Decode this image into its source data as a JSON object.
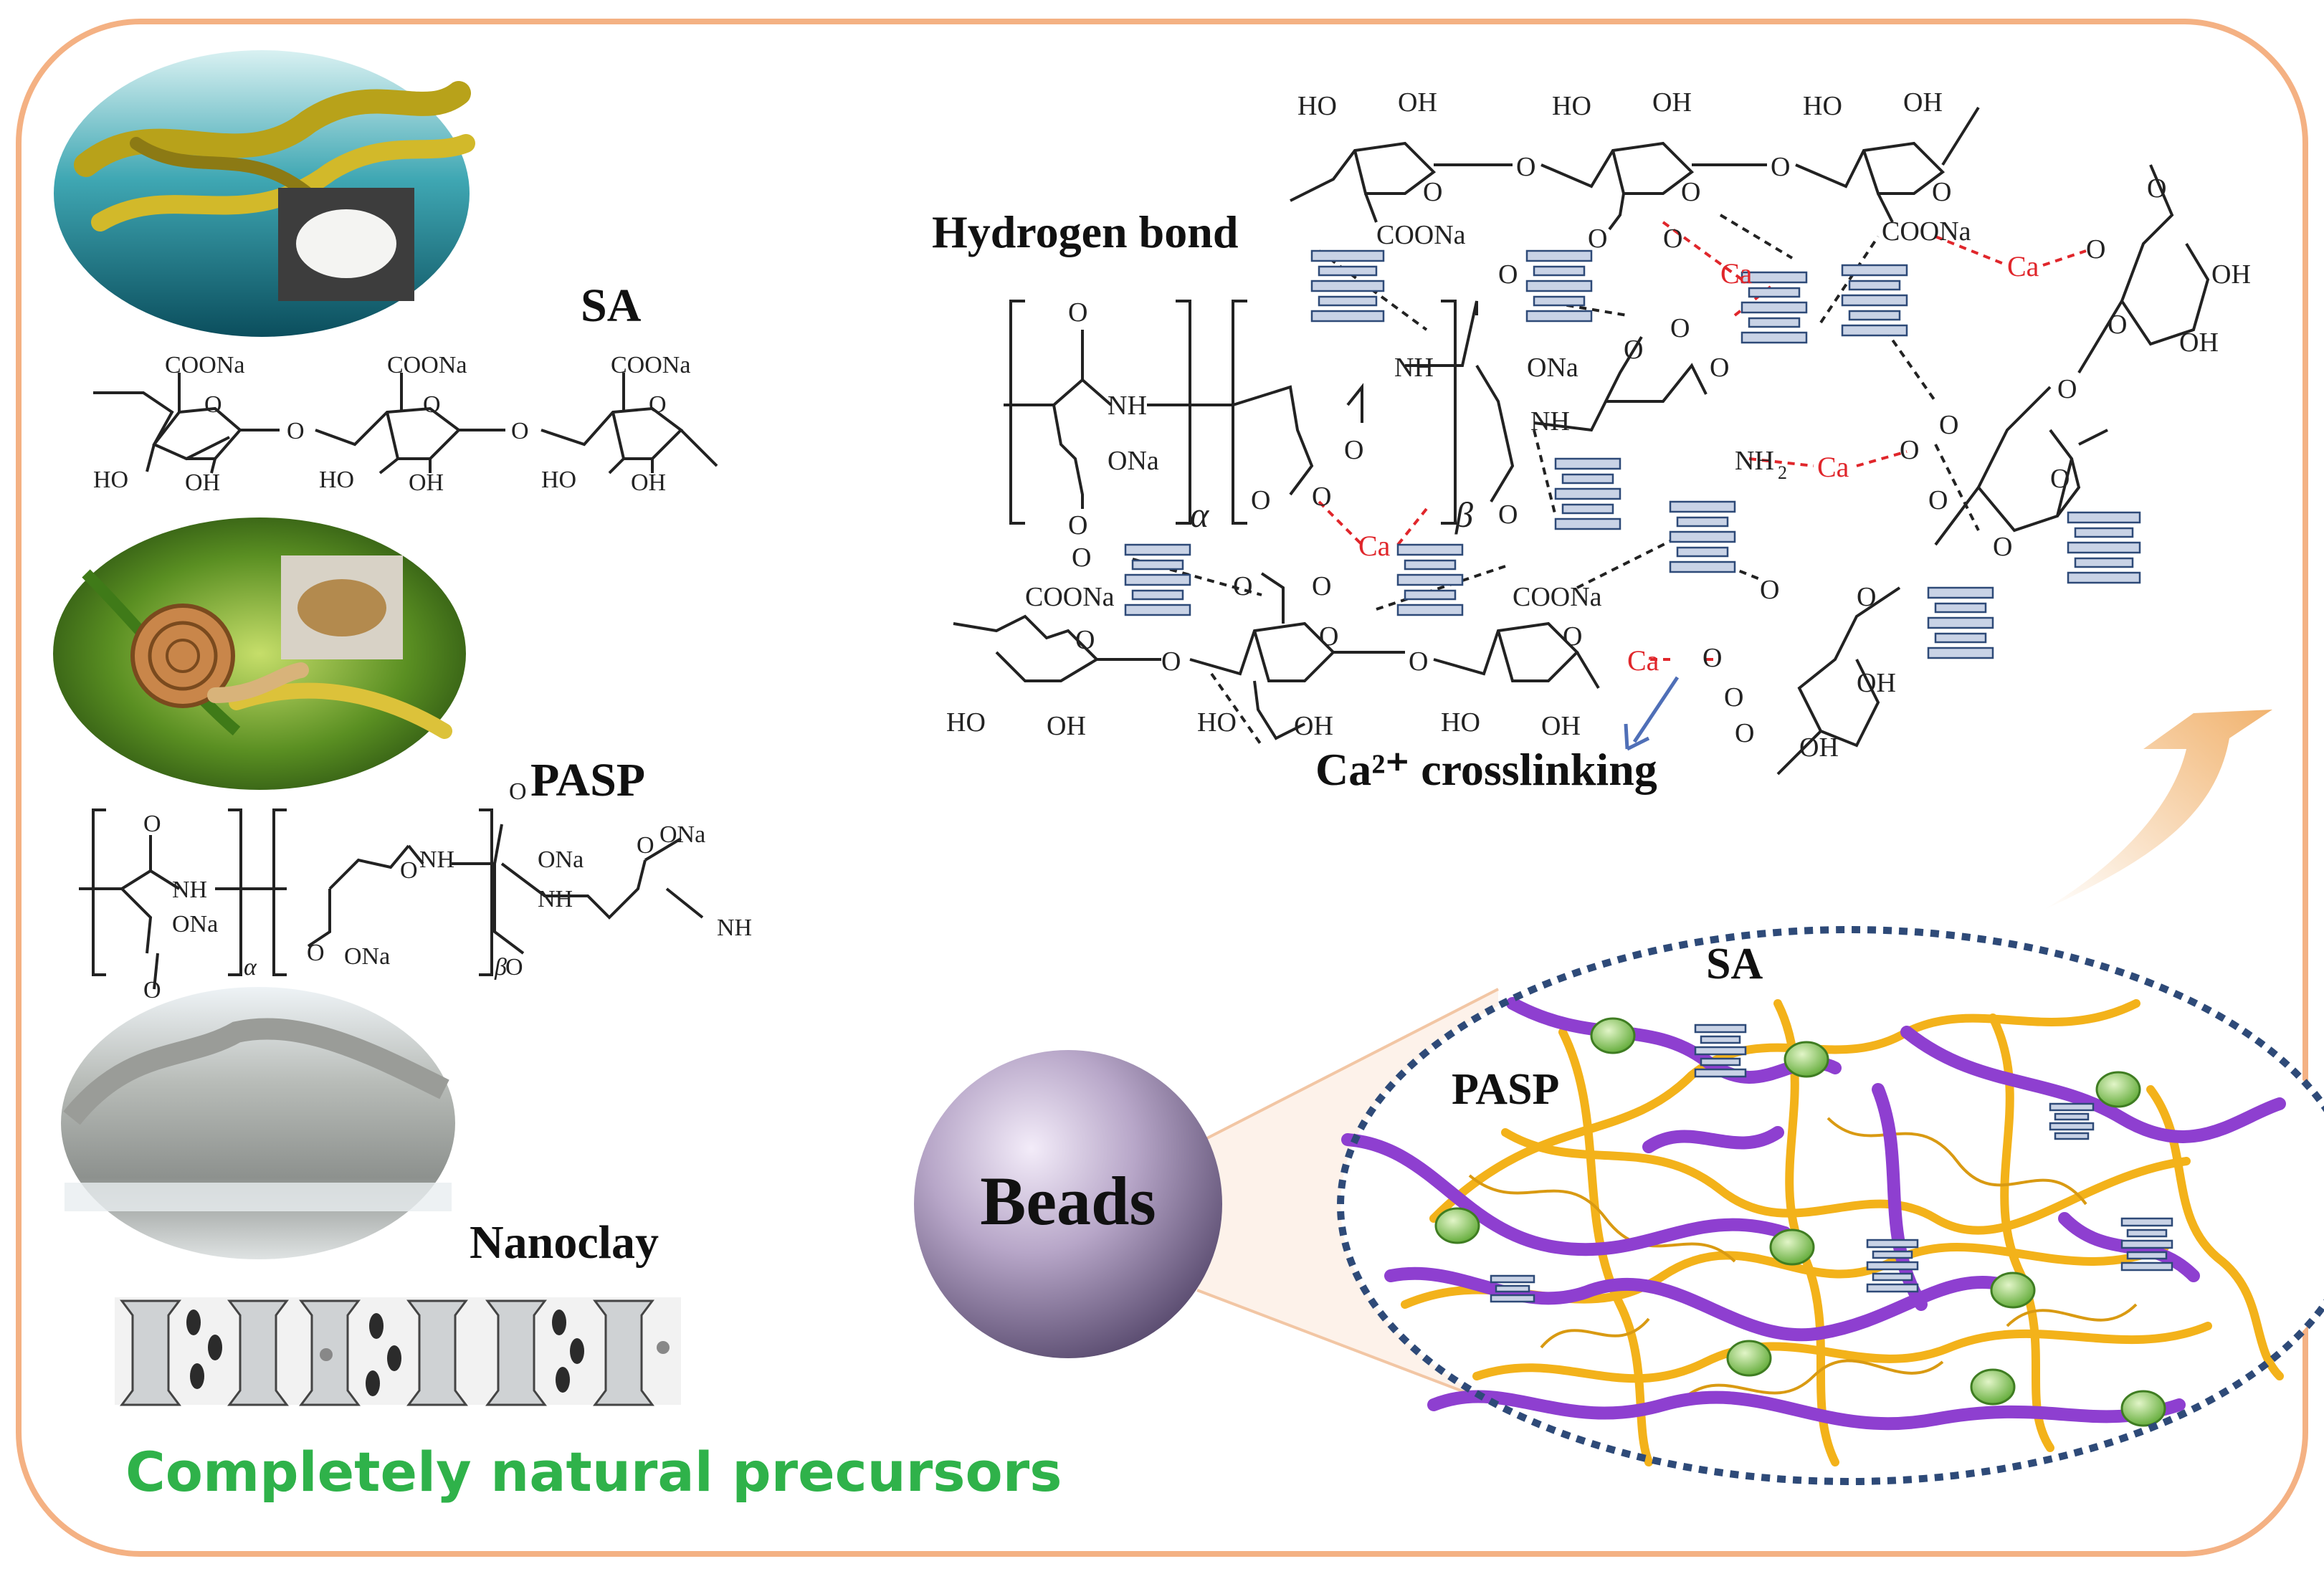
{
  "labels": {
    "sa": "SA",
    "pasp": "PASP",
    "nanoclay": "Nanoclay",
    "caption": "Completely natural precursors",
    "hydrogen_bond": "Hydrogen bond",
    "ca_crosslinking": "Ca²⁺ crosslinking",
    "beads": "Beads",
    "network_sa": "SA",
    "network_pasp": "PASP"
  },
  "chem": {
    "coona": "COONa",
    "ho": "HO",
    "oh": "OH",
    "o": "O",
    "ona": "ONa",
    "nh": "NH",
    "nh2": "NH",
    "sub2": "2",
    "ca": "Ca",
    "alpha": "α",
    "beta": "β"
  },
  "colors": {
    "frame": "#f4b183",
    "caption": "#2fb24a",
    "ca": "#e0262b",
    "sa_chain": "#8e3fd0",
    "pasp_chain": "#f3b21a",
    "ca_node": "#8fcf5c",
    "bead": "#a391b5",
    "arrow": "#f4c089",
    "dotted": "#2e4a78"
  }
}
